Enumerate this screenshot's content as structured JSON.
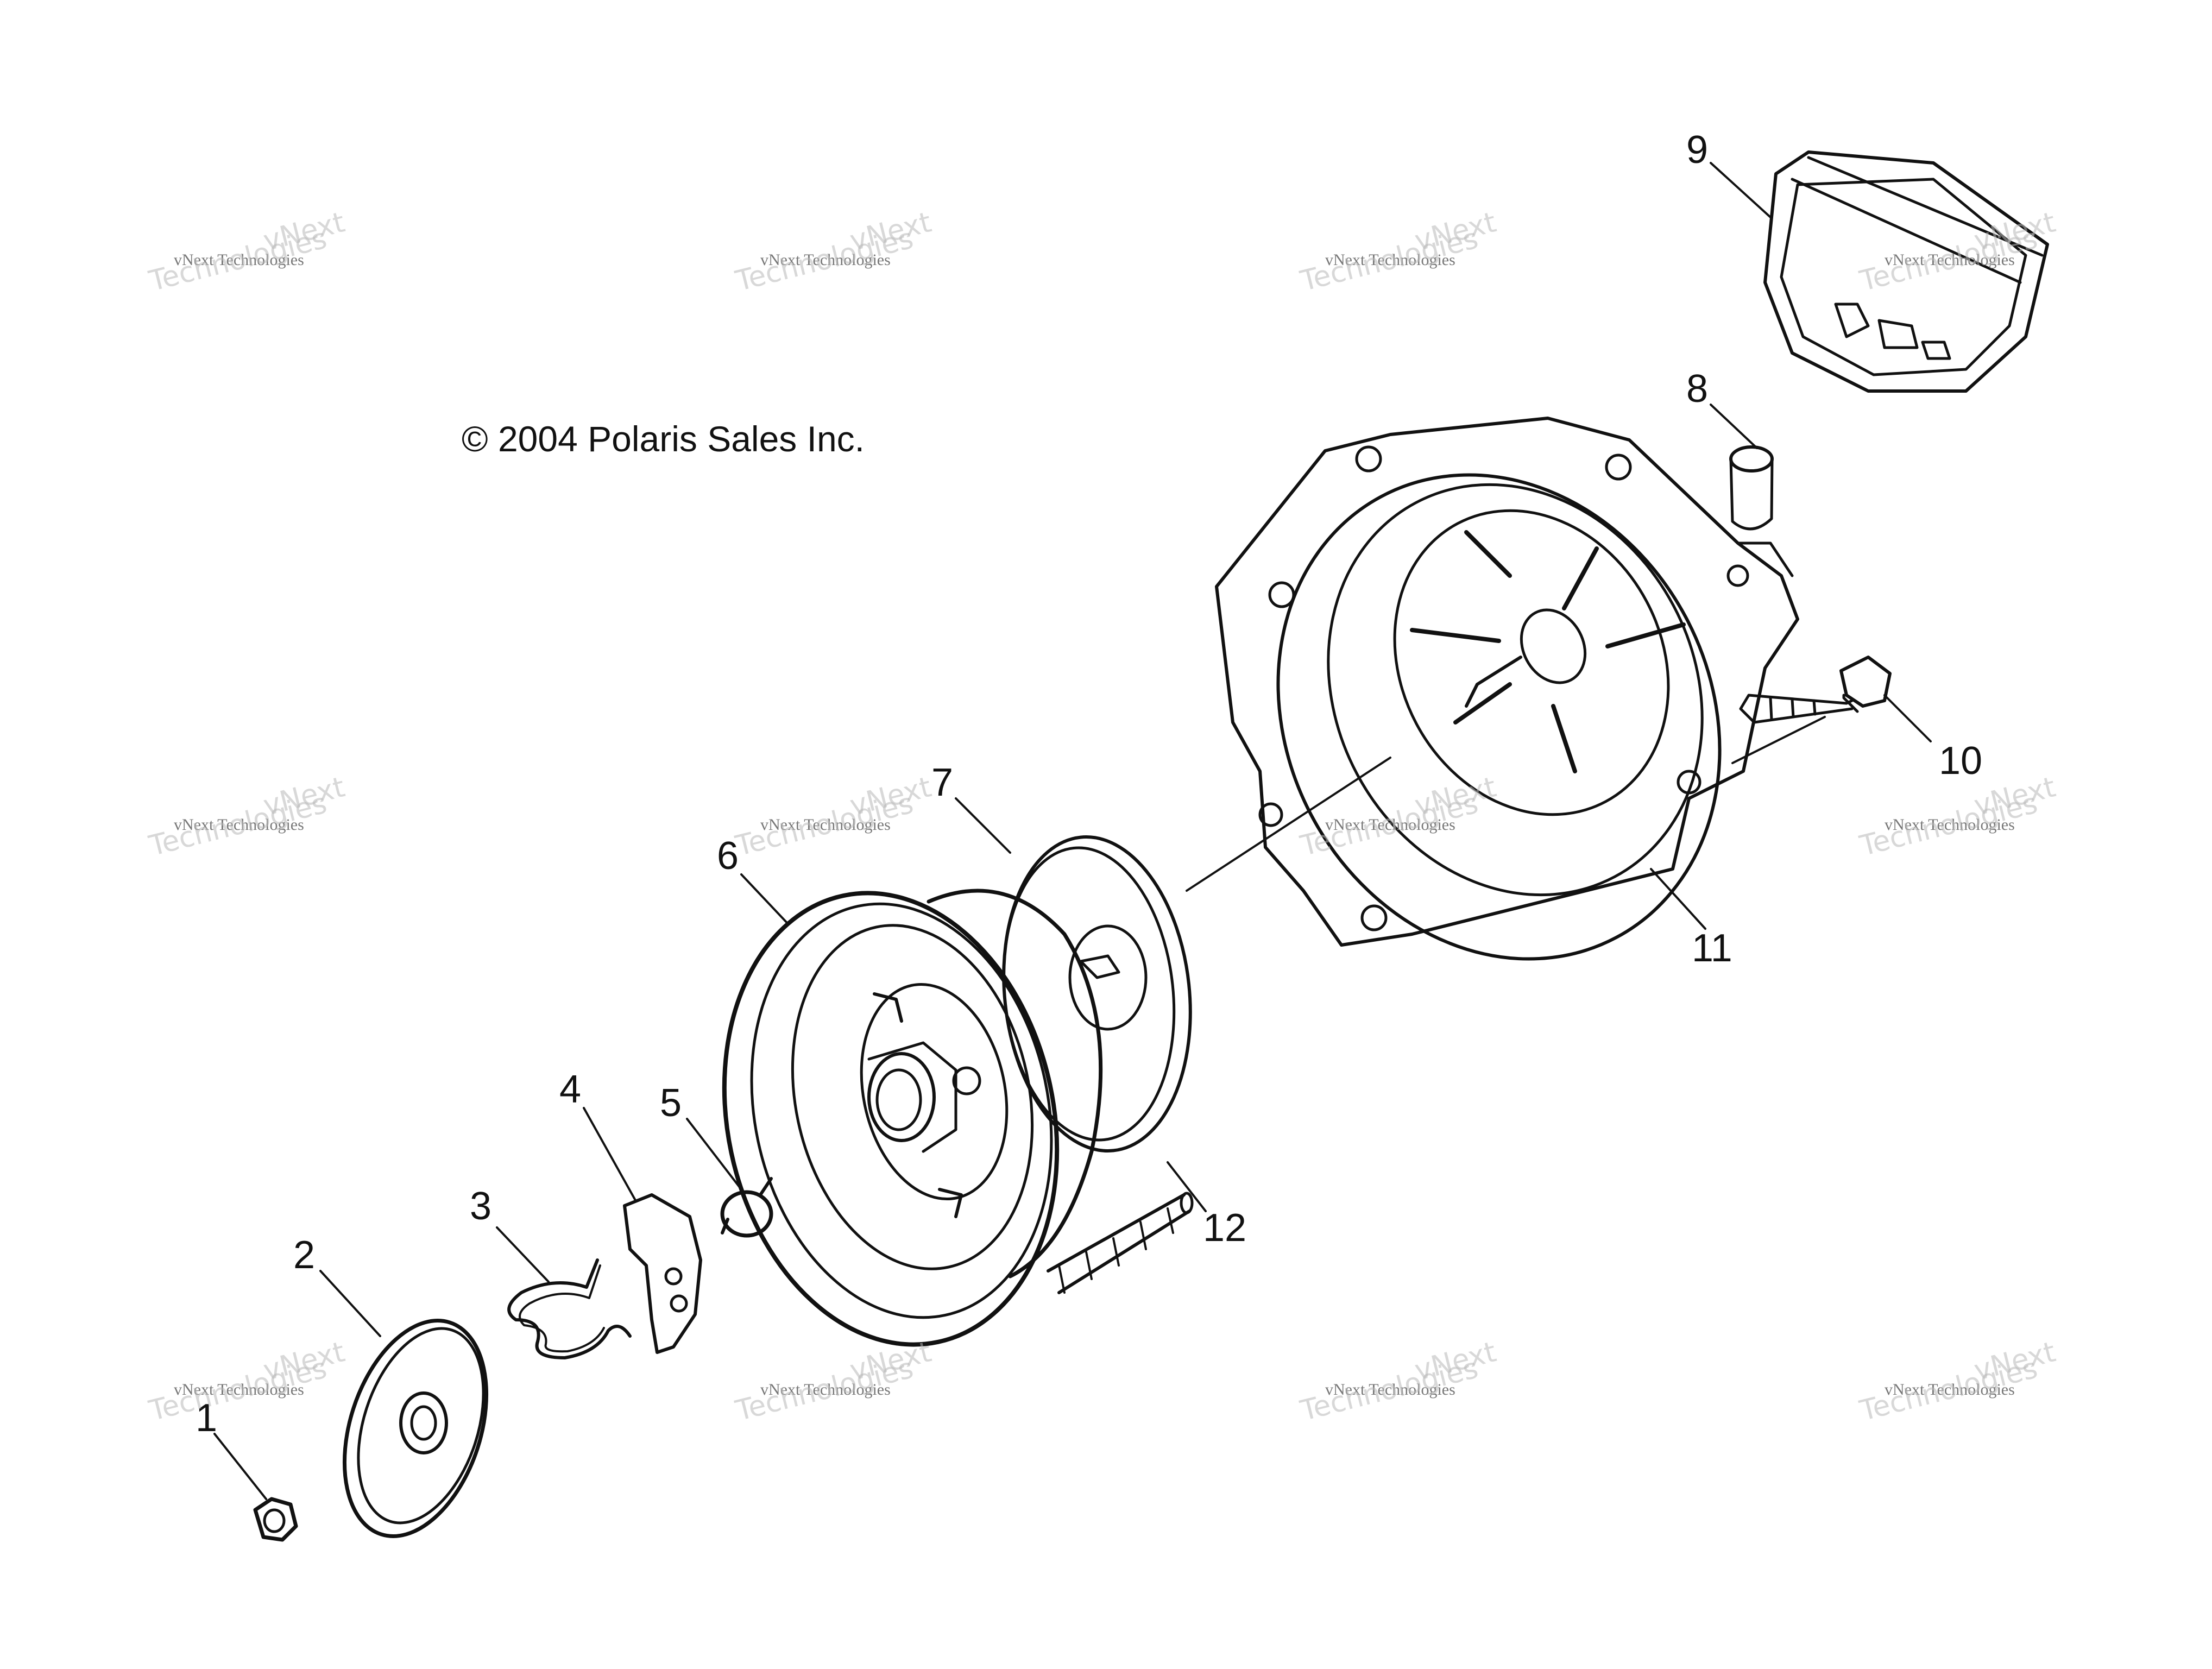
{
  "copyright": "© 2004 Polaris Sales Inc.",
  "watermark": {
    "line1": "vNext",
    "line2": "vNext Technologies",
    "line3": "Technologies"
  },
  "callouts": [
    "1",
    "2",
    "3",
    "4",
    "5",
    "6",
    "7",
    "8",
    "9",
    "10",
    "11",
    "12"
  ],
  "colors": {
    "ink": "#111111",
    "watermark": "#b9b9b9"
  }
}
